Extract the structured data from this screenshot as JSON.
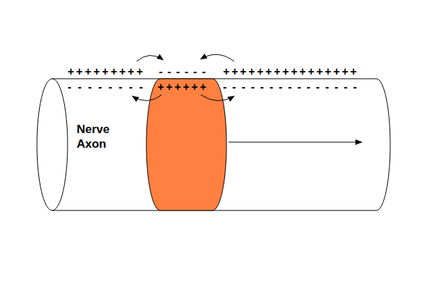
{
  "diagram": {
    "labels": [
      "+++++++++",
      "- - - - - -",
      "++++++++++++++++",
      "- - - - - - - -",
      "++++++",
      "- - - - - - - - - - - - - - -",
      "Nerve Axon"
    ]
  }
}
